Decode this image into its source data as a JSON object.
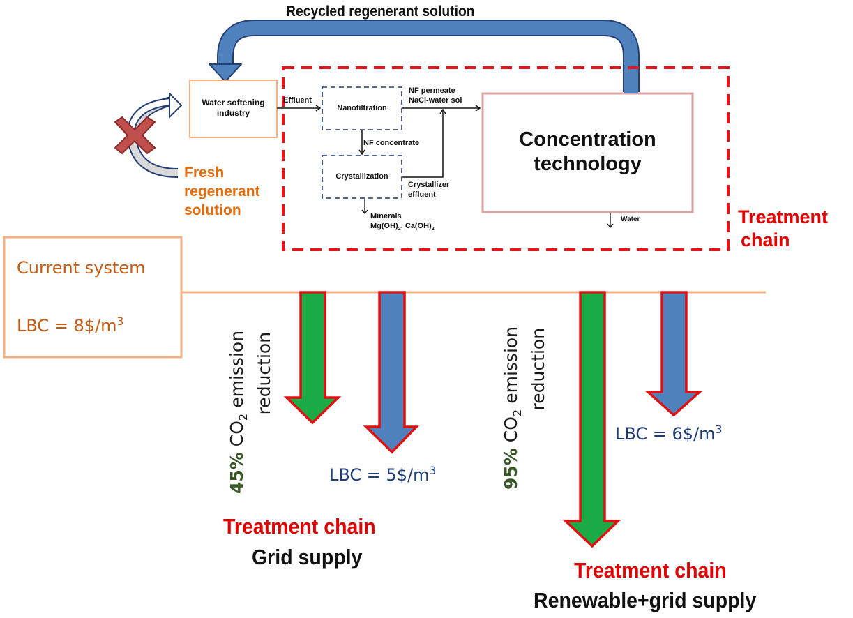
{
  "diagram": {
    "recycled_label": "Recycled regenerant solution",
    "water_softening": {
      "line1": "Water softening",
      "line2": "industry"
    },
    "fresh_regenerant": {
      "line1": "Fresh",
      "line2": "regenerant",
      "line3": "solution"
    },
    "effluent_label": "Effluent",
    "nanofiltration_label": "Nanofiltration",
    "nf_permeate": {
      "line1": "NF permeate",
      "line2": "NaCl-water sol"
    },
    "nf_concentrate_label": "NF concentrate",
    "crystallization_label": "Crystallization",
    "crystallizer_effluent": {
      "line1": "Crystallizer",
      "line2": "effluent"
    },
    "minerals": {
      "line1": "Minerals",
      "line2_a": "Mg(OH)",
      "line2_sub_a": "2",
      "line2_b": ", Ca(OH)",
      "line2_sub_b": "2"
    },
    "concentration_technology": {
      "line1": "Concentration",
      "line2": "technology"
    },
    "water_label": "Water",
    "treatment_chain_box_label": {
      "line1": "Treatment",
      "line2": "chain"
    },
    "current_system": {
      "title": "Current system",
      "lbc_prefix": "LBC = 8$/m",
      "lbc_sup": "3"
    },
    "scenario_grid": {
      "emission_pct": "45%",
      "emission_text_a": " CO",
      "emission_sub": "2",
      "emission_text_b": " emission",
      "emission_line2": "reduction",
      "lbc_prefix": "LBC = 5$/m",
      "lbc_sup": "3",
      "title": "Treatment chain",
      "subtitle": "Grid supply",
      "co2_reduction_percent": 45,
      "lbc_usd_per_m3": 5
    },
    "scenario_renewable": {
      "emission_pct": "95%",
      "emission_text_a": " CO",
      "emission_sub": "2",
      "emission_text_b": " emission",
      "emission_line2": "reduction",
      "lbc_prefix": "LBC = 6$/m",
      "lbc_sup": "3",
      "title": "Treatment chain",
      "subtitle": "Renewable+grid supply",
      "co2_reduction_percent": 95,
      "lbc_usd_per_m3": 6
    },
    "colors": {
      "blue_arrow": "#4f81bd",
      "blue_arrow_stroke": "#243f73",
      "green_arrow": "#1aaa46",
      "arrow_outline": "#e01010",
      "treatment_dash": "#e8131b",
      "orange_line": "#f4b183",
      "current_box": "#f4b183",
      "cross": "#c0504d"
    }
  }
}
